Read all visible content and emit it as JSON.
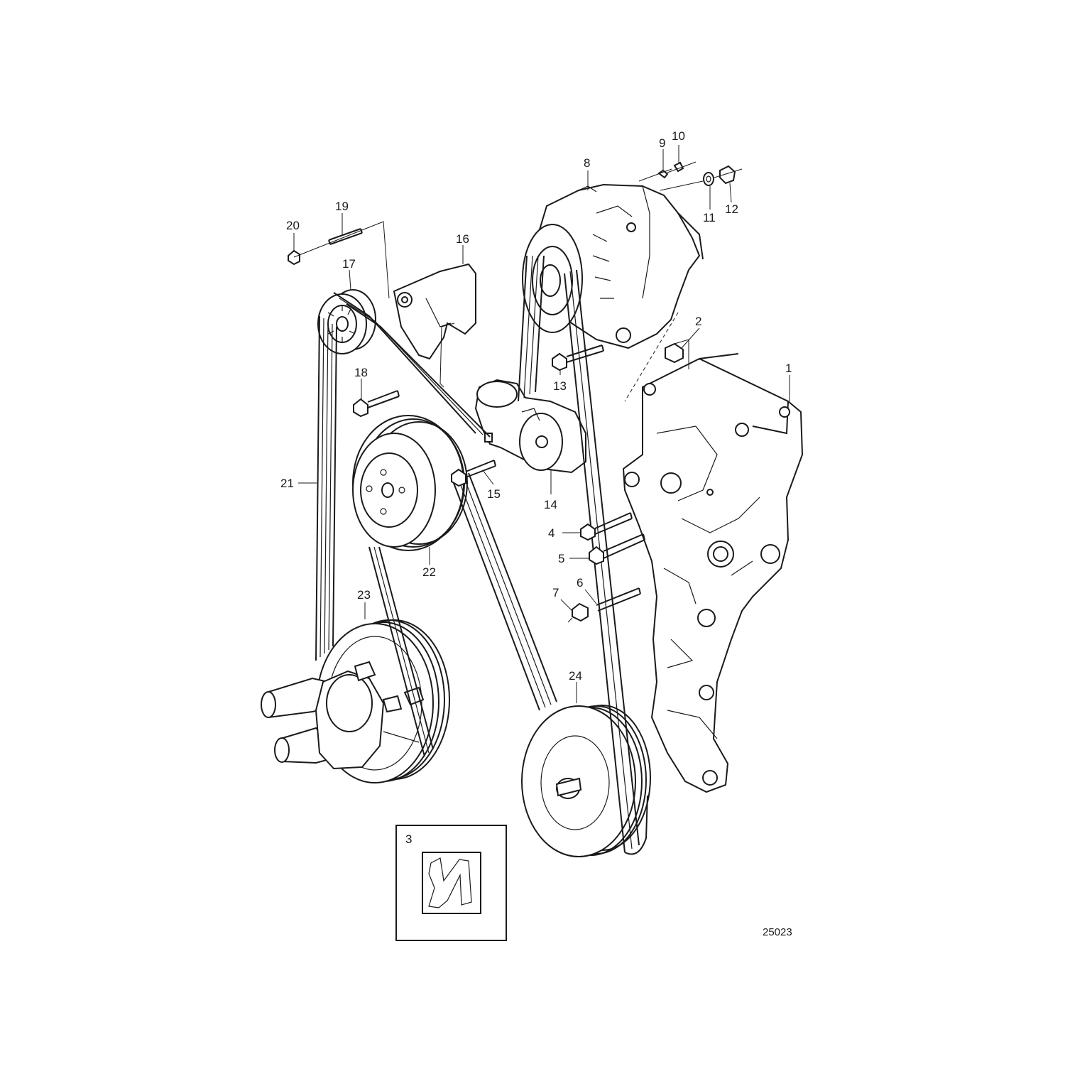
{
  "callouts": [
    "1",
    "2",
    "3",
    "4",
    "5",
    "6",
    "7",
    "8",
    "9",
    "10",
    "11",
    "12",
    "13",
    "14",
    "15",
    "16",
    "17",
    "18",
    "19",
    "20",
    "21",
    "22",
    "23",
    "24"
  ],
  "diagram_number": "25023",
  "colors": {
    "line": "#1a1a1a",
    "background": "#ffffff"
  }
}
